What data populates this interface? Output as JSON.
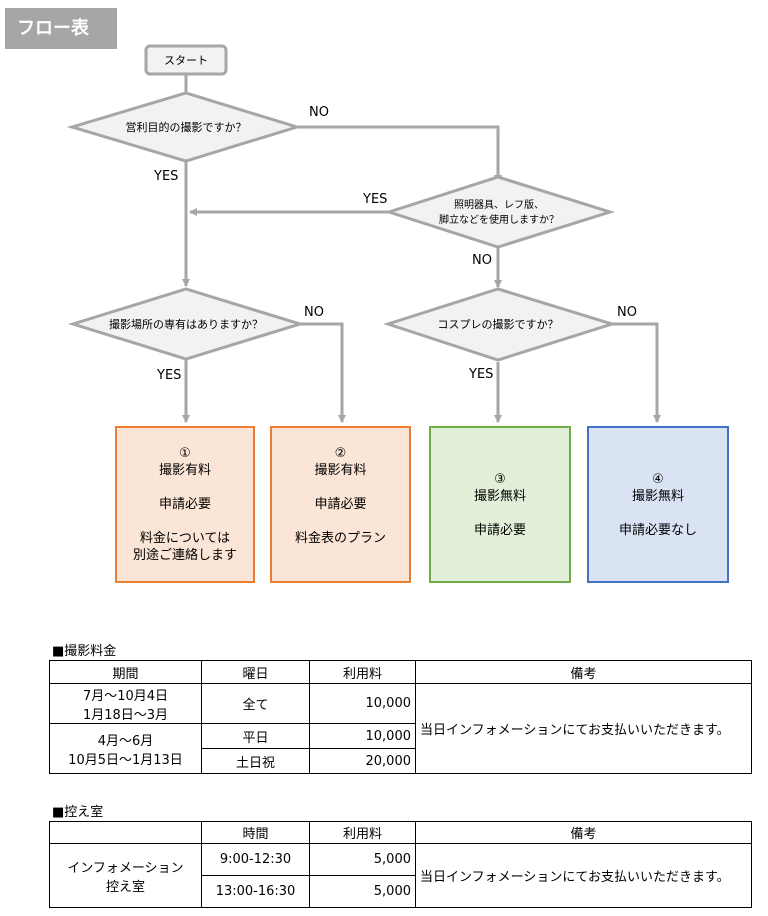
{
  "header": {
    "title": "フロー表"
  },
  "flow": {
    "start": "スタート",
    "q1": "営利目的の撮影ですか？",
    "q2_line1": "照明器具、レフ版、",
    "q2_line2": "脚立などを使用しますか？",
    "q3": "撮影場所の専有はありますか？",
    "q4": "コスプレの撮影ですか？",
    "yes": "YES",
    "no": "NO",
    "results": [
      {
        "num": "①",
        "lines": [
          "撮影有料",
          "申請必要",
          "料金については",
          "別途ご連絡します"
        ]
      },
      {
        "num": "②",
        "lines": [
          "撮影有料",
          "申請必要",
          "料金表のプラン"
        ]
      },
      {
        "num": "③",
        "lines": [
          "撮影無料",
          "申請必要"
        ]
      },
      {
        "num": "④",
        "lines": [
          "撮影無料",
          "申請必要なし"
        ]
      }
    ]
  },
  "fees": {
    "title": "■撮影料金",
    "headers": [
      "期間",
      "曜日",
      "利用料",
      "備考"
    ],
    "period1_line1": "7月～10月4日",
    "period1_line2": "1月18日～3月",
    "period2_line1": "4月～6月",
    "period2_line2": "10月5日～1月13日",
    "rows": [
      {
        "day": "全て",
        "fee": "10,000"
      },
      {
        "day": "平日",
        "fee": "10,000"
      },
      {
        "day": "土日祝",
        "fee": "20,000"
      }
    ],
    "note": "当日インフォメーションにてお支払いいただきます。"
  },
  "waiting_room": {
    "title": "■控え室",
    "headers": [
      "",
      "時間",
      "利用料",
      "備考"
    ],
    "name_line1": "インフォメーション",
    "name_line2": "控え室",
    "rows": [
      {
        "time": "9:00-12:30",
        "fee": "5,000"
      },
      {
        "time": "13:00-16:30",
        "fee": "5,000"
      }
    ],
    "note": "当日インフォメーションにてお支払いいただきます。"
  }
}
